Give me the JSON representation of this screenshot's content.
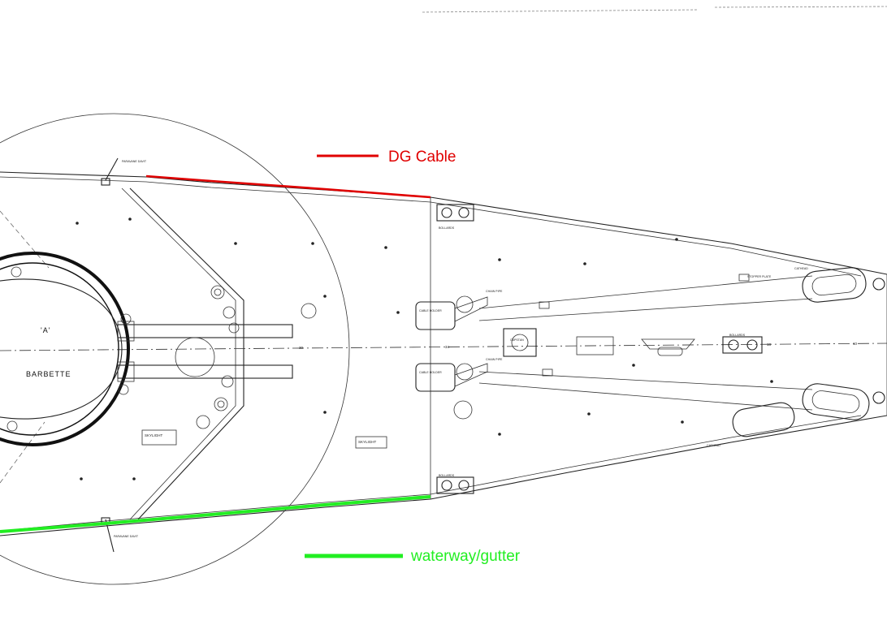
{
  "legend": {
    "dg_cable": {
      "label": "DG Cable",
      "color": "#e00000"
    },
    "waterway": {
      "label": "waterway/gutter",
      "color": "#22ee22"
    }
  },
  "plan_labels": {
    "turret": "'A'",
    "barbette": "BARBETTE",
    "skylight_main": "SKYLIGHT",
    "skylight_left": "SKYLIGHT",
    "cable_holder_top": "CABLE HOLDER",
    "cable_holder_bottom": "CABLE HOLDER",
    "capstan": "CAPSTAN",
    "spring_pipe_top": "CHAIN PIPE",
    "spring_pipe_bottom": "CHAIN PIPE",
    "bollards_top": "BOLLARDS",
    "bollards_bottom": "BOLLARDS",
    "bollards_fwd": "BOLLARDS",
    "cathead_top": "CATHEAD",
    "cathead_bottom": "CATHEAD",
    "paravane_top": "PARAVANE DAVIT",
    "paravane_bottom": "PARAVANE DAVIT",
    "stopper_plate": "STOPPER PLATE",
    "station_34": "34",
    "station_30": "30",
    "station_18": "18",
    "station_10": "10"
  }
}
